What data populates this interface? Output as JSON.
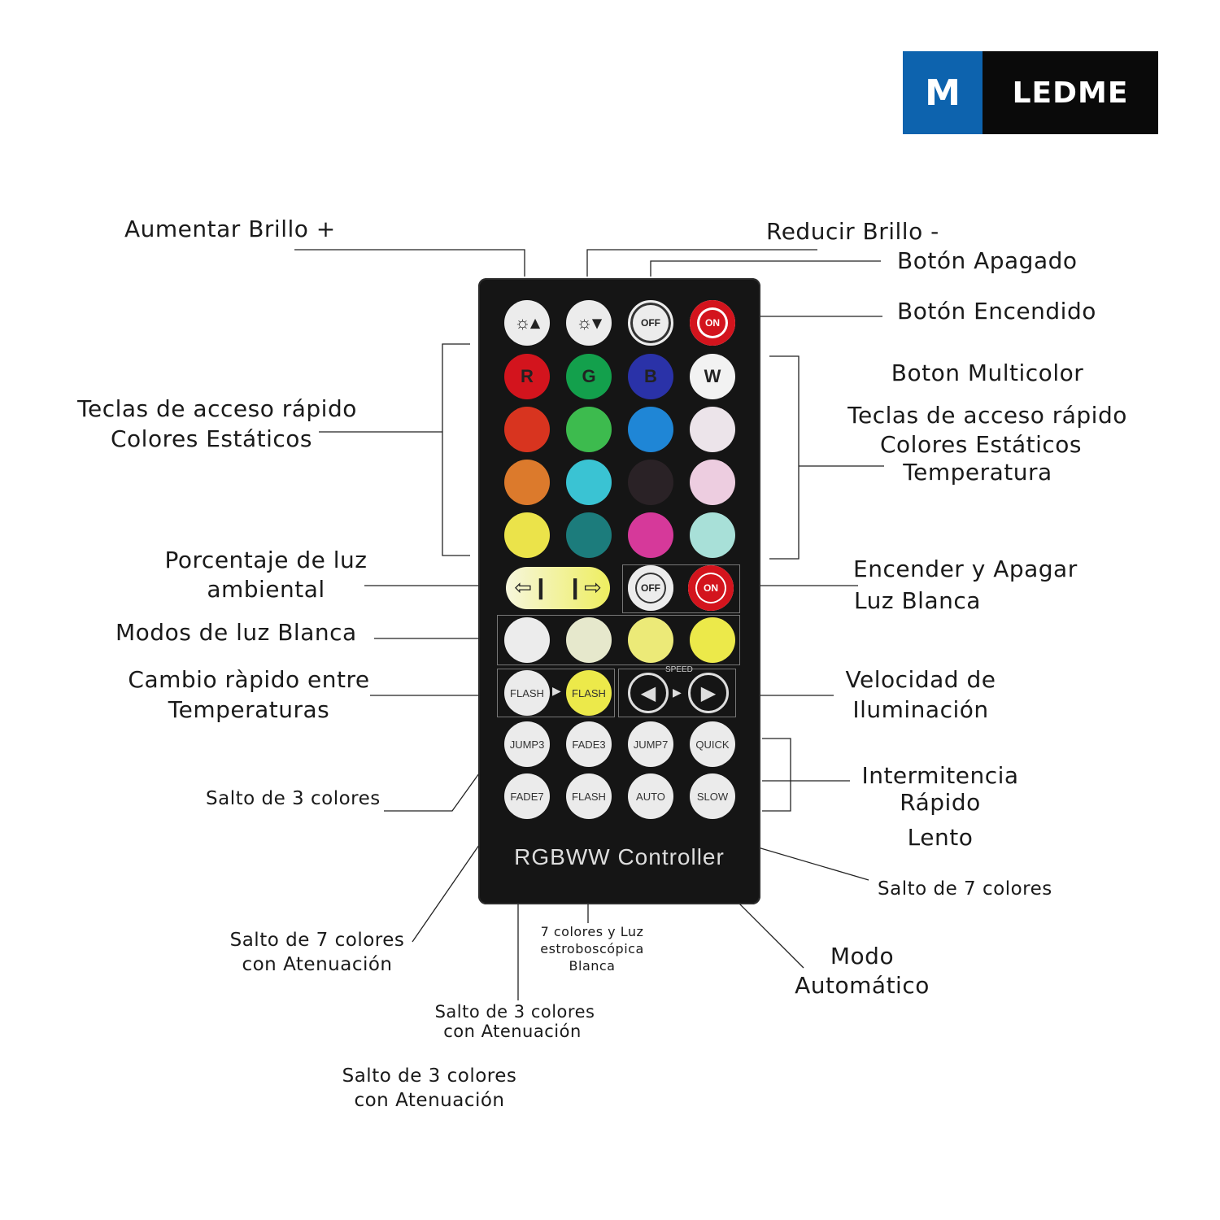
{
  "logo": {
    "mark": "M",
    "name": "LEDME",
    "colors": {
      "mark_bg": "#0d63ae",
      "name_bg": "#0a0a0a"
    }
  },
  "remote": {
    "brand": "RGBWW Controller",
    "speed_label": "SPEED",
    "row1": [
      {
        "label": "",
        "icon": "brightness-up-icon"
      },
      {
        "label": "",
        "icon": "brightness-down-icon"
      },
      {
        "label": "OFF",
        "icon": "power-off-icon"
      },
      {
        "label": "ON",
        "icon": "power-on-icon"
      }
    ],
    "rgbw": [
      "R",
      "G",
      "B",
      "W"
    ],
    "color_rows": [
      [
        "#d8341f",
        "#3dbb4e",
        "#1f86d6",
        "#ece4ea"
      ],
      [
        "#dc7a2c",
        "#3ac3d3",
        "#2a2226",
        "#edcde0"
      ],
      [
        "#ebe34a",
        "#1c7c7c",
        "#d6399a",
        "#a8e0d8"
      ]
    ],
    "white_modes": [
      "#ececec",
      "#e6e8cc",
      "#ecea78",
      "#ece94a"
    ],
    "ambient_left": "⇦❙",
    "ambient_right": "❙⇨",
    "white_off": "OFF",
    "white_on": "ON",
    "flash_a": "FLASH",
    "flash_b": "FLASH",
    "modes_row1": [
      "JUMP3",
      "FADE3",
      "JUMP7",
      "QUICK"
    ],
    "modes_row2": [
      "FADE7",
      "FLASH",
      "AUTO",
      "SLOW"
    ]
  },
  "labels": {
    "aumentar": "Aumentar Brillo +",
    "reducir": "Reducir Brillo -",
    "apagado": "Botón Apagado",
    "encendido": "Botón Encendido",
    "multicolor": "Boton Multicolor",
    "teclas_left_1": "Teclas de acceso rápido",
    "teclas_left_2": "Colores Estáticos",
    "teclas_right_1": "Teclas de acceso rápido",
    "teclas_right_2": "Colores Estáticos",
    "teclas_right_3": "Temperatura",
    "porcentaje_1": "Porcentaje de luz",
    "porcentaje_2": "ambiental",
    "encender_1": "Encender y Apagar",
    "encender_2": "Luz Blanca",
    "modos": "Modos de luz Blanca",
    "cambio_1": "Cambio ràpido entre",
    "cambio_2": "Temperaturas",
    "velocidad_1": "Velocidad de",
    "velocidad_2": "Iluminación",
    "intermitencia": "Intermitencia",
    "rapido": "Rápido",
    "lento": "Lento",
    "salto3": "Salto de 3 colores",
    "salto7_right": "Salto de 7 colores",
    "salto7_aten_1": "Salto de 7 colores",
    "salto7_aten_2": "con Atenuación",
    "siete_1": "7 colores y Luz",
    "siete_2": "estroboscópica",
    "siete_3": "Blanca",
    "salto3_aten_mid_1": "Salto de 3 colores",
    "salto3_aten_mid_2": "con Atenuación",
    "salto3_aten_bot_1": "Salto de 3 colores",
    "salto3_aten_bot_2": "con Atenuación",
    "modo_1": "Modo",
    "modo_2": "Automático"
  }
}
